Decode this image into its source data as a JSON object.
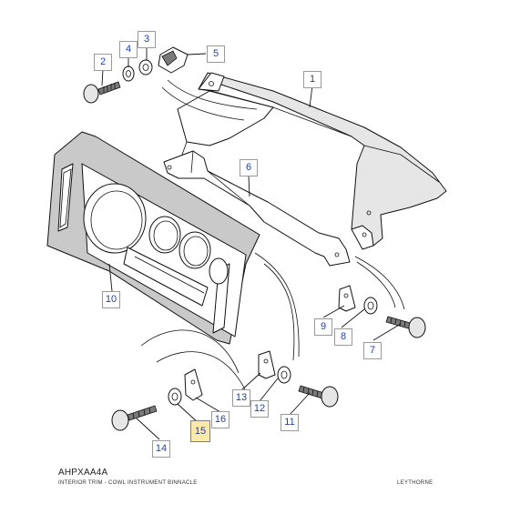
{
  "diagram": {
    "code": "AHPXAA4A",
    "caption": "INTERIOR TRIM - COWL INSTRUMENT BINNACLE",
    "brand": "LEYTHORNE",
    "highlight_color": "#fbe9a7",
    "callout_text_color": "#1f3fae",
    "callouts": [
      {
        "id": "1",
        "highlighted": false
      },
      {
        "id": "2",
        "highlighted": false
      },
      {
        "id": "3",
        "highlighted": false
      },
      {
        "id": "4",
        "highlighted": false
      },
      {
        "id": "5",
        "highlighted": false
      },
      {
        "id": "6",
        "highlighted": false
      },
      {
        "id": "7",
        "highlighted": false
      },
      {
        "id": "8",
        "highlighted": false
      },
      {
        "id": "9",
        "highlighted": false
      },
      {
        "id": "10",
        "highlighted": false
      },
      {
        "id": "11",
        "highlighted": false
      },
      {
        "id": "12",
        "highlighted": false
      },
      {
        "id": "13",
        "highlighted": false
      },
      {
        "id": "14",
        "highlighted": false
      },
      {
        "id": "15",
        "highlighted": true
      },
      {
        "id": "16",
        "highlighted": false
      }
    ]
  }
}
